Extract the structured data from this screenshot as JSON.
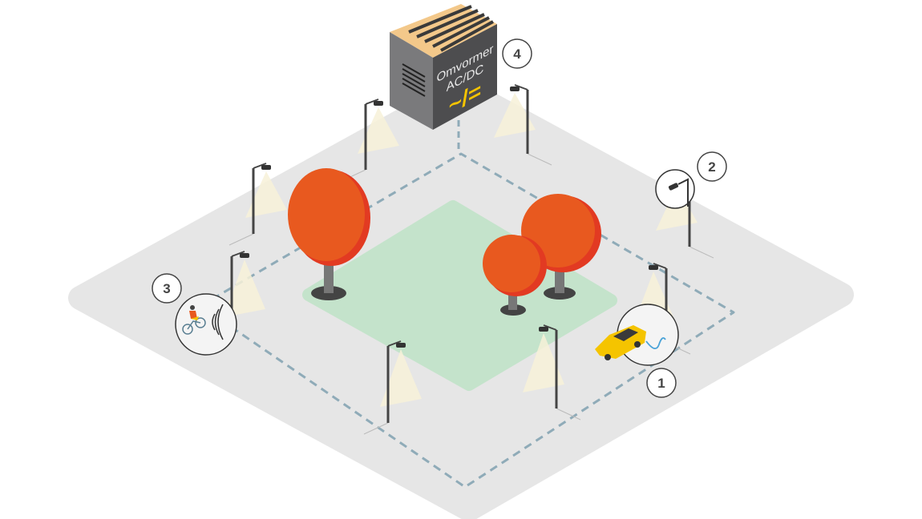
{
  "converter": {
    "title_line1": "Omvormer",
    "title_line2": "AC/DC",
    "symbol": "~/="
  },
  "callouts": [
    {
      "number": "1",
      "subject": "car-charging"
    },
    {
      "number": "2",
      "subject": "street-lamp"
    },
    {
      "number": "3",
      "subject": "cyclist-sensor"
    },
    {
      "number": "4",
      "subject": "converter"
    }
  ],
  "colors": {
    "plaza": "#e6e6e6",
    "grass": "#c4e3cb",
    "tree": "#e8591f",
    "tree_shade": "#e23a22",
    "cable": "#8fabb8",
    "accent": "#f5c400",
    "box": "#4d4d4f"
  }
}
